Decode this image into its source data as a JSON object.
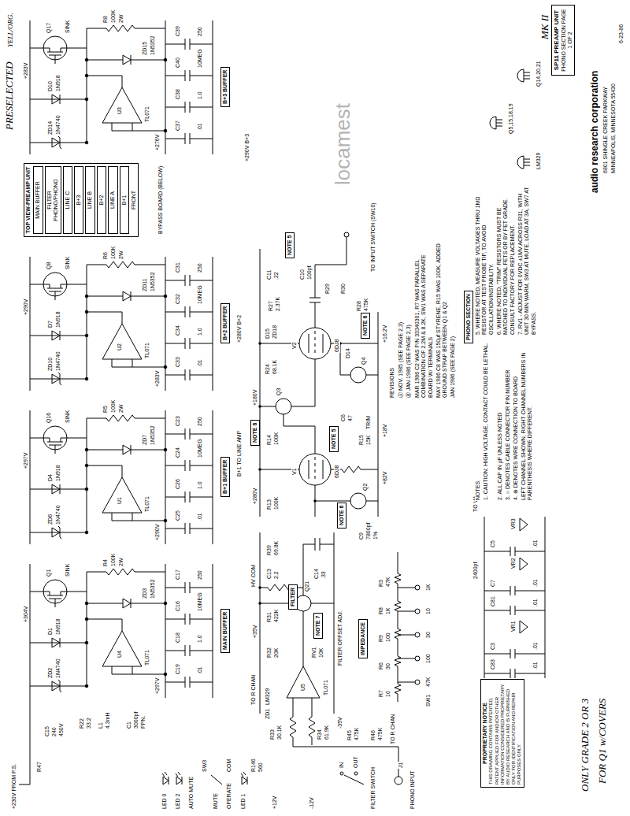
{
  "diagram": {
    "nodes": [
      {
        "text": [
          "SP11 PREAMP UNIT",
          "PHONO SECTION PAGE 1 OF 2"
        ]
      },
      {
        "text": [
          "MAIN BUFFER"
        ]
      },
      {
        "text": [
          "B+1 BUFFER"
        ]
      },
      {
        "text": [
          "B+2 BUFFER"
        ]
      },
      {
        "text": [
          "B+3 BUFFER"
        ]
      },
      {
        "text": [
          "TOP VIEW-PREAMP UNIT",
          "FRONT"
        ]
      },
      {
        "text": [
          "MAIN BUFFER"
        ],
        "in": 5
      },
      {
        "text": [
          "FILTER PHONO/PHONO"
        ],
        "in": 5
      },
      {
        "text": [
          "LINE C"
        ],
        "in": 5
      },
      {
        "text": [
          "B+3"
        ],
        "in": 5
      },
      {
        "text": [
          "LINE B"
        ],
        "in": 5
      },
      {
        "text": [
          "B+2"
        ],
        "in": 5
      },
      {
        "text": [
          "LINE A"
        ],
        "in": 5
      },
      {
        "text": [
          "B+1"
        ],
        "in": 5
      },
      {
        "text": [
          "FILTER"
        ]
      },
      {
        "text": [
          "IMPEDANCE"
        ]
      },
      {
        "text": [
          "NOTE 6"
        ]
      },
      {
        "text": [
          "NOTE 6"
        ]
      },
      {
        "text": [
          "NOTE 6"
        ]
      },
      {
        "text": [
          "NOTE 5"
        ]
      },
      {
        "text": [
          "NOTE 5"
        ]
      },
      {
        "text": [
          "NOTE 7"
        ]
      },
      {
        "text": [
          "PHONO SECTION"
        ]
      },
      {
        "text": [
          "PROPRIETARY NOTICE",
          "THIS DRAWING CONTAINS PATENTED, PATENT APPLIED FOR AND/OR OTHER INFORMATION CONSIDERED PROPRIETARY BY AUDIO RESEARCH AND IS FURNISHED ONLY FOR IDENTIFICATION AND REPAIR PURPOSES ONLY."
        ]
      }
    ],
    "labels": [
      "ZD2",
      "1N4740",
      "D1",
      "1N918",
      "Q1",
      "SINK",
      "U4",
      "TL071",
      "ZD3",
      "1N5352",
      "C19",
      ".01",
      "C18",
      "1.0",
      "C16",
      "10MEG",
      "C17",
      "250",
      "R4",
      "100K",
      "2W",
      "+304V",
      "+297V",
      "ZD6",
      "1N4740",
      "D4",
      "1N918",
      "Q16",
      "SINK",
      "U1",
      "TL071",
      "ZD7",
      "1N5352",
      "C25",
      ".01",
      "C26",
      "1.0",
      "C24",
      "10MEG",
      "C23",
      "250",
      "R5",
      "100K",
      "2W",
      "+297V",
      "+290V",
      "ZD10",
      "1N4740",
      "D7",
      "1N918",
      "Q8",
      "SINK",
      "U2",
      "TL071",
      "ZD11",
      "1N5352",
      "C33",
      ".01",
      "C34",
      "1.0",
      "C32",
      "10MEG",
      "C31",
      "250",
      "R6",
      "100K",
      "2W",
      "+290V",
      "+283V",
      "ZD14",
      "1N4740",
      "D10",
      "1N918",
      "Q17",
      "SINK",
      "U3",
      "TL071",
      "ZD15",
      "1N5352",
      "C37",
      ".01",
      "C38",
      "1.0",
      "C40",
      "10MEG",
      "C39",
      "250",
      "R8",
      "100K",
      "2W",
      "+283V",
      "+276V",
      "+230V FROM P.S.",
      "R47",
      "C15",
      "240",
      "450V",
      "R22",
      "33.2",
      "L1",
      "4.3mH",
      "C1",
      "3000pf",
      "PPN.",
      "LED 0",
      "LED 2",
      "AUTO MUTE",
      "SW3",
      "MUTE",
      "OPERATE",
      "COM",
      "LED 1",
      "R146",
      "560",
      "+12V",
      "-12V",
      "R33",
      "30.1K",
      "R34",
      "61.9K",
      "U5",
      "TL071",
      "ZD1",
      "LM329",
      "R32",
      "20K",
      "RV1",
      "10K",
      "Q21",
      "R31",
      "422K",
      "C13",
      "2.2",
      "C14",
      ".33",
      "R39",
      "69.8K",
      "+35V",
      "-35V",
      "FILTER OFFSET ADJ.",
      "TO R CHAN",
      "HV COM",
      "FILTER SWITCH",
      "IN",
      "OUT",
      "PHONO INPUT",
      "J1",
      "R45",
      "475K",
      "R46",
      "475K",
      "TO R CHAN",
      "R7",
      "10",
      "R6",
      "30",
      "R9",
      "100",
      "R8",
      "1K",
      "R3",
      "47K",
      "SW1",
      "47K",
      "100",
      "30",
      "10",
      "1K",
      "C83",
      "C3",
      ".01",
      ".01",
      "VR1",
      "C81",
      "C7",
      ".01",
      ".01",
      "VR2",
      "C5",
      ".01",
      "VR3",
      "TO V4",
      "V1",
      "6DJ8",
      "V2",
      "6DJ8",
      "Q2",
      "Q3",
      "Q4",
      "R13",
      "100K",
      "R14",
      "100K",
      "R15",
      "15K",
      "R24",
      "68.1K",
      "R27",
      "2.37K",
      "R28",
      "475K",
      "C6",
      "47",
      "C10",
      "100pf",
      "C11",
      ".22",
      "R29",
      "R30",
      "TO INPUT SWITCH (SW10)",
      "+280V",
      "+180V",
      "+82V",
      "+16.2V",
      "+18V",
      "D15",
      "ZD18",
      "D14",
      "C9",
      "7800pf",
      "1%",
      "2400pf",
      "TRIM",
      "REVISIONS",
      "Ⓐ NOV. 1985 (SEE PAGE 2,3)",
      "Ⓑ JAN 1986 (SEE PAGE 2,3)",
      "MAR 1986 C2 WAS P/N 33340301, R7 WAS PARALLEL COMBINATION OF 2.2M & 8.2K, SW1 WAS A SEPARATE BOARD W/ TERMINALS",
      "MAY 1986 C8 WAS 150µf STYRENE, R15 WAS 100K, ADDED GROUND STRAP BETWEEN Q1 & Q2",
      "JAN 1986 (SEE PAGE 2)",
      "NOTES:",
      "1. CAUTION: HIGH VOLTAGE, CONTACT COULD BE LETHAL.",
      "2. ALL CAP IN µF UNLESS NOTED",
      "3. ○ DENOTES CABLE CONNECTOR PIN NUMBER",
      "4. ⊕ DENOTES WIRE CONNECTION TO BOARD",
      "LEFT CHANNEL SHOWN, RIGHT CHANNEL NUMBERS IN PARENTHESIS WHERE DIFFERENT.",
      "5. WHERE NOTED, MEASURE VOLTAGES THRU 1MΩ RESISTOR AT TEST PROBE TIP, TO AVOID OSCILLATION/INSTABILITY.",
      "6. WHERE NOTED, \"TRIM\" RESISTORS MUST BE MATCHED TO INDIVIDUAL FETS OR BY FET GRADE. CONSULT FACTORY FOR REPLACEMENT.",
      "7. RV1 - ADJUST FOR 0VDC ±1MV ACROSS R31, WITH UNIT 30 MIN WARM, SW3 AT MUTE, LOAD AT 3A, SW7 AT BYPASS.",
      "LM329",
      "Q5,15,18,19",
      "Q14,20,21",
      "audio research corporation",
      "6801 SHINGLE CREEK PARKWAY",
      "MINNEAPOLIS, MINNESOTA 55430",
      "MK II",
      "6-23-86",
      "PRESELECTED",
      "YELL/ORG.",
      "ONLY GRADE 2 OR 3",
      "FOR Q1 w/COVERS",
      "B+1 TO LINE AMP",
      "+280V B+2",
      "+290V B+3",
      "locamest",
      "BYPASS BOARD (BELOW)"
    ]
  }
}
